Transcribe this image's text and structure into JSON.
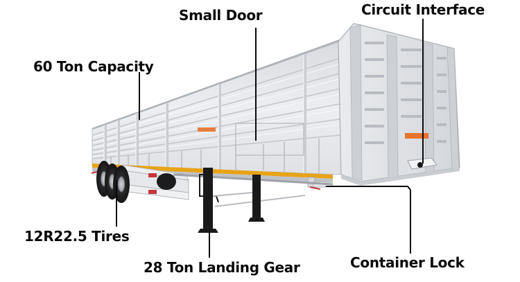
{
  "figure": {
    "subject": "Side wall semi-trailer with three axles",
    "background_color": "#ffffff",
    "body_color": "#e4e6ea",
    "accent_stripe_color": "#e8a317",
    "brand_mark_color": "#e8732a",
    "reflector_color": "#c8353a",
    "leader_line_color": "#0a0a0a"
  },
  "callouts": [
    {
      "id": "small-door",
      "label": "Small Door"
    },
    {
      "id": "circuit-interface",
      "label": "Circuit Interface"
    },
    {
      "id": "capacity",
      "label": "60 Ton Capacity"
    },
    {
      "id": "tires",
      "label": "12R22.5 Tires"
    },
    {
      "id": "landing-gear",
      "label": "28 Ton Landing Gear"
    },
    {
      "id": "container-lock",
      "label": "Container Lock"
    }
  ]
}
